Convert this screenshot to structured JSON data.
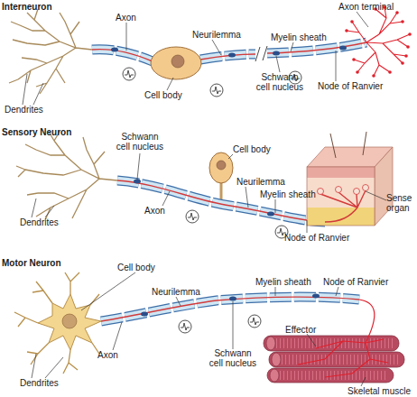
{
  "diagram": {
    "labels": [
      "Interneuron",
      "Axon",
      "Axon terminal",
      "Neurilemma",
      "Myelin sheath",
      "Cell body",
      "Dendrites",
      "Schwann cell nucleus",
      "Node of Ranvier",
      "Sensory Neuron",
      "Schwann cell nucleus",
      "Cell body",
      "Neurilemma",
      "Myelin sheath",
      "Axon",
      "Dendrites",
      "Node of Ranvier",
      "Sense organ",
      "Motor Neuron",
      "Cell body",
      "Myelin sheath",
      "Node of Ranvier",
      "Neurilemma",
      "Axon",
      "Schwann cell nucleus",
      "Effector",
      "Dendrites",
      "Skeletal muscle"
    ]
  }
}
